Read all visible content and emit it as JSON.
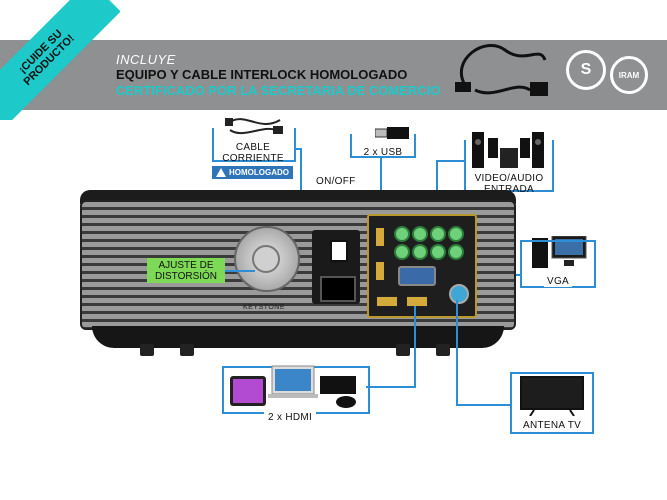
{
  "header": {
    "corner_line1": "¡CUIDE SU",
    "corner_line2": "PRODUCTO!",
    "line1": "INCLUYE",
    "line2": "EQUIPO Y CABLE INTERLOCK HOMOLOGADO",
    "line3": "CERTIFICADO POR LA SECRETARIA DE COMERCIO",
    "logo1": "S",
    "logo2": "IRAM"
  },
  "callouts": {
    "cable": "CABLE\nCORRIENTE",
    "homologado": "HOMOLOGADO",
    "onoff": "ON/OFF",
    "usb": "2 x USB",
    "video_audio": "VIDEO/AUDIO\nENTRADA",
    "vga": "VGA",
    "hdmi": "2 x HDMI",
    "tv": "ANTENA TV",
    "keystone_label": "AJUSTE DE\nDISTORSIÓN",
    "keystone": "KEYSTONE"
  },
  "colors": {
    "accent": "#1ec9c9",
    "banner": "#8e9092",
    "lines": "#2c8fd6",
    "green": "#7ed957"
  }
}
